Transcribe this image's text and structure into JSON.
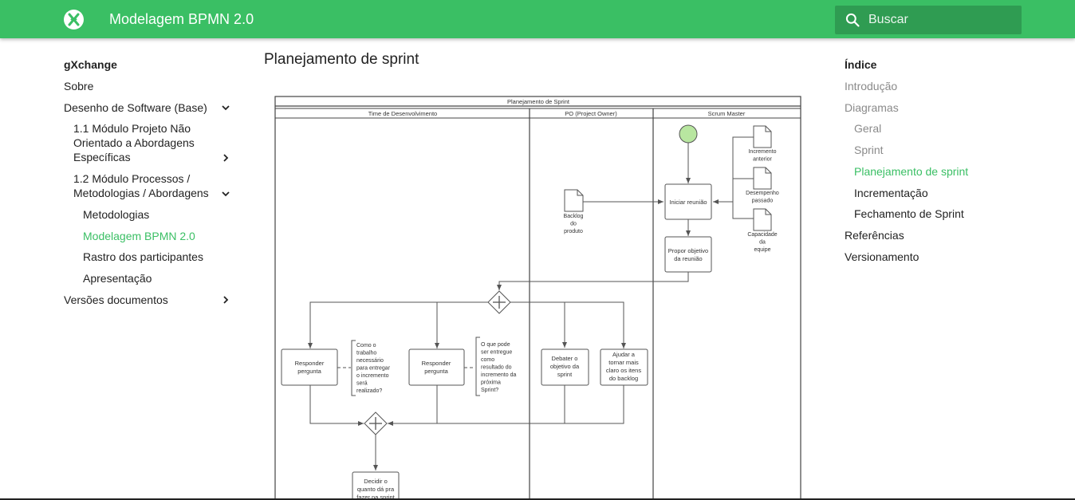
{
  "header": {
    "site_title": "Modelagem BPMN 2.0",
    "search_placeholder": "Buscar",
    "accent_color": "#3abf64"
  },
  "nav": {
    "site_name": "gXchange",
    "items": [
      {
        "label": "Sobre"
      },
      {
        "label": "Desenho de Software (Base)",
        "icon": "chevron-down-icon"
      },
      {
        "label_lines": [
          "1.1 Módulo Projeto Não",
          "Orientado a Abordagens",
          "Específicas"
        ],
        "icon": "chevron-right-icon"
      },
      {
        "label_lines": [
          "1.2 Módulo Processos /",
          "Metodologias / Abordagens"
        ],
        "icon": "chevron-down-icon"
      },
      {
        "label": "Metodologias"
      },
      {
        "label": "Modelagem BPMN 2.0",
        "active": true
      },
      {
        "label": "Rastro dos participantes"
      },
      {
        "label": "Apresentação"
      },
      {
        "label": "Versões documentos",
        "icon": "chevron-right-icon"
      }
    ]
  },
  "main": {
    "title": "Planejamento de sprint"
  },
  "diagram": {
    "pool_title": "Planejamento de Sprint",
    "lanes": [
      "Time de Desenvolvimento",
      "PO (Project Owner)",
      "Scrum Master"
    ],
    "tasks": {
      "iniciar": "Iniciar reunião",
      "propor": [
        "Propor objetivo",
        "da reunião"
      ],
      "responder1": [
        "Responder",
        "pergunta"
      ],
      "responder2": [
        "Responder",
        "pergunta"
      ],
      "debater": [
        "Debater o",
        "objetivo da",
        "sprint"
      ],
      "ajudar": [
        "Ajudar a",
        "tornar mais",
        "claro os itens",
        "do backlog"
      ],
      "decidir": [
        "Decidir o",
        "quanto dá pra",
        "fazer na sprint"
      ]
    },
    "documents": {
      "backlog": [
        "Backlog",
        "do",
        "produto"
      ],
      "incremento": [
        "Incremento",
        "anterior"
      ],
      "desempenho": [
        "Desempenho",
        "passado"
      ],
      "capacidade": [
        "Capacidade",
        "da",
        "equipe"
      ]
    },
    "annotations": {
      "a1": [
        "Como o",
        "trabalho",
        "necessário",
        "para entregar",
        "o incremento",
        "será",
        "realizado?"
      ],
      "a2": [
        "O que pode",
        "ser entregue",
        "como",
        "resultado do",
        "incremento da",
        "próxima",
        "Sprint?"
      ]
    }
  },
  "toc": {
    "title": "Índice",
    "items": [
      {
        "label": "Introdução",
        "level": 1,
        "state": "gray"
      },
      {
        "label": "Diagramas",
        "level": 1,
        "state": "gray"
      },
      {
        "label": "Geral",
        "level": 2,
        "state": "gray"
      },
      {
        "label": "Sprint",
        "level": 2,
        "state": "gray"
      },
      {
        "label": "Planejamento de sprint",
        "level": 2,
        "state": "active"
      },
      {
        "label": "Incrementação",
        "level": 2,
        "state": "dark"
      },
      {
        "label": "Fechamento de Sprint",
        "level": 2,
        "state": "dark"
      },
      {
        "label": "Referências",
        "level": 1,
        "state": "dark"
      },
      {
        "label": "Versionamento",
        "level": 1,
        "state": "dark"
      }
    ]
  }
}
